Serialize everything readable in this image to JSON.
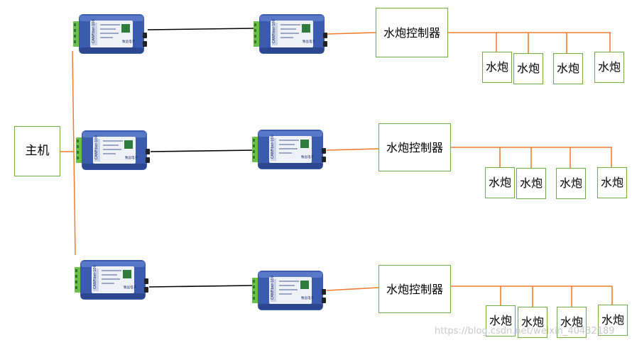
{
  "host": {
    "label": "主机"
  },
  "controller": {
    "label": "水炮控制器"
  },
  "cannon": {
    "label": "水炮"
  },
  "device": {
    "model": "CANFiber-100",
    "brand": "致远电子"
  },
  "colors": {
    "orange_link": "#ed7d31",
    "fiber_link": "#000000",
    "box_border": "#70ad47",
    "device_body": "#3b5bb0",
    "terminal": "#6bbf4a"
  },
  "watermark": "https://blog.csdn.net/weixin_40432189"
}
